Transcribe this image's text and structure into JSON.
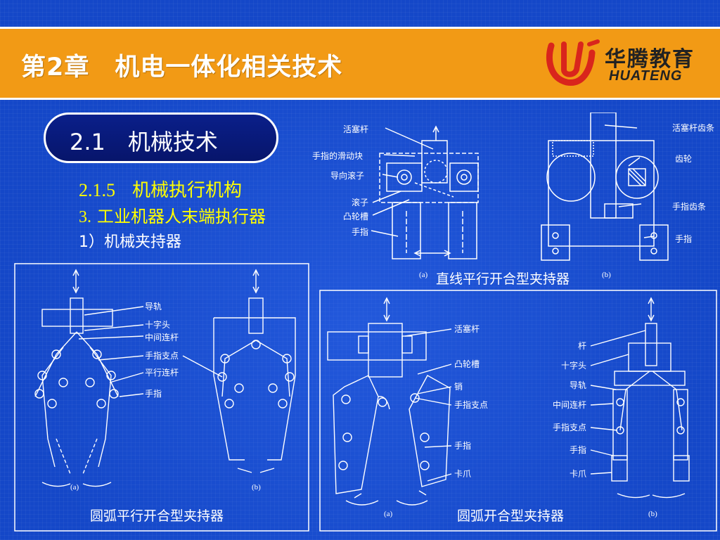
{
  "header": {
    "title": "第2章　机电一体化相关技术",
    "logo_cn": "华腾教育",
    "logo_en": "HUATENG"
  },
  "section": {
    "pill": "2.1　机械技术",
    "sub1_num": "2.1.5",
    "sub1_text": "机械执行机构",
    "sub2_num": "3.",
    "sub2_text": "工业机器人末端执行器",
    "sub3": "1）机械夹持器"
  },
  "fig_top": {
    "caption": "直线平行开合型夹持器",
    "tag_a": "(a)",
    "tag_b": "(b)",
    "labels_a": [
      "活塞杆",
      "手指的滑动块",
      "导向滚子",
      "滚子",
      "凸轮槽",
      "手指"
    ],
    "labels_b": [
      "活塞杆齿条",
      "齿轮",
      "手指齿条",
      "手指"
    ]
  },
  "fig_left": {
    "caption": "圆弧平行开合型夹持器",
    "tag_a": "(a)",
    "tag_b": "(b)",
    "labels": [
      "导轨",
      "十字头",
      "中间连杆",
      "手指支点",
      "平行连杆",
      "手指"
    ]
  },
  "fig_right": {
    "caption": "圆弧开合型夹持器",
    "tag_a": "(a)",
    "tag_b": "(b)",
    "labels_a": [
      "活塞杆",
      "凸轮槽",
      "销",
      "手指支点",
      "手指",
      "卡爪"
    ],
    "labels_b": [
      "杆",
      "十字头",
      "导轨",
      "中间连杆",
      "手指支点",
      "手指",
      "卡爪"
    ]
  },
  "colors": {
    "background": "#1447c8",
    "header": "#f29a15",
    "accent": "#ffff00",
    "logo_red": "#d9251c"
  }
}
